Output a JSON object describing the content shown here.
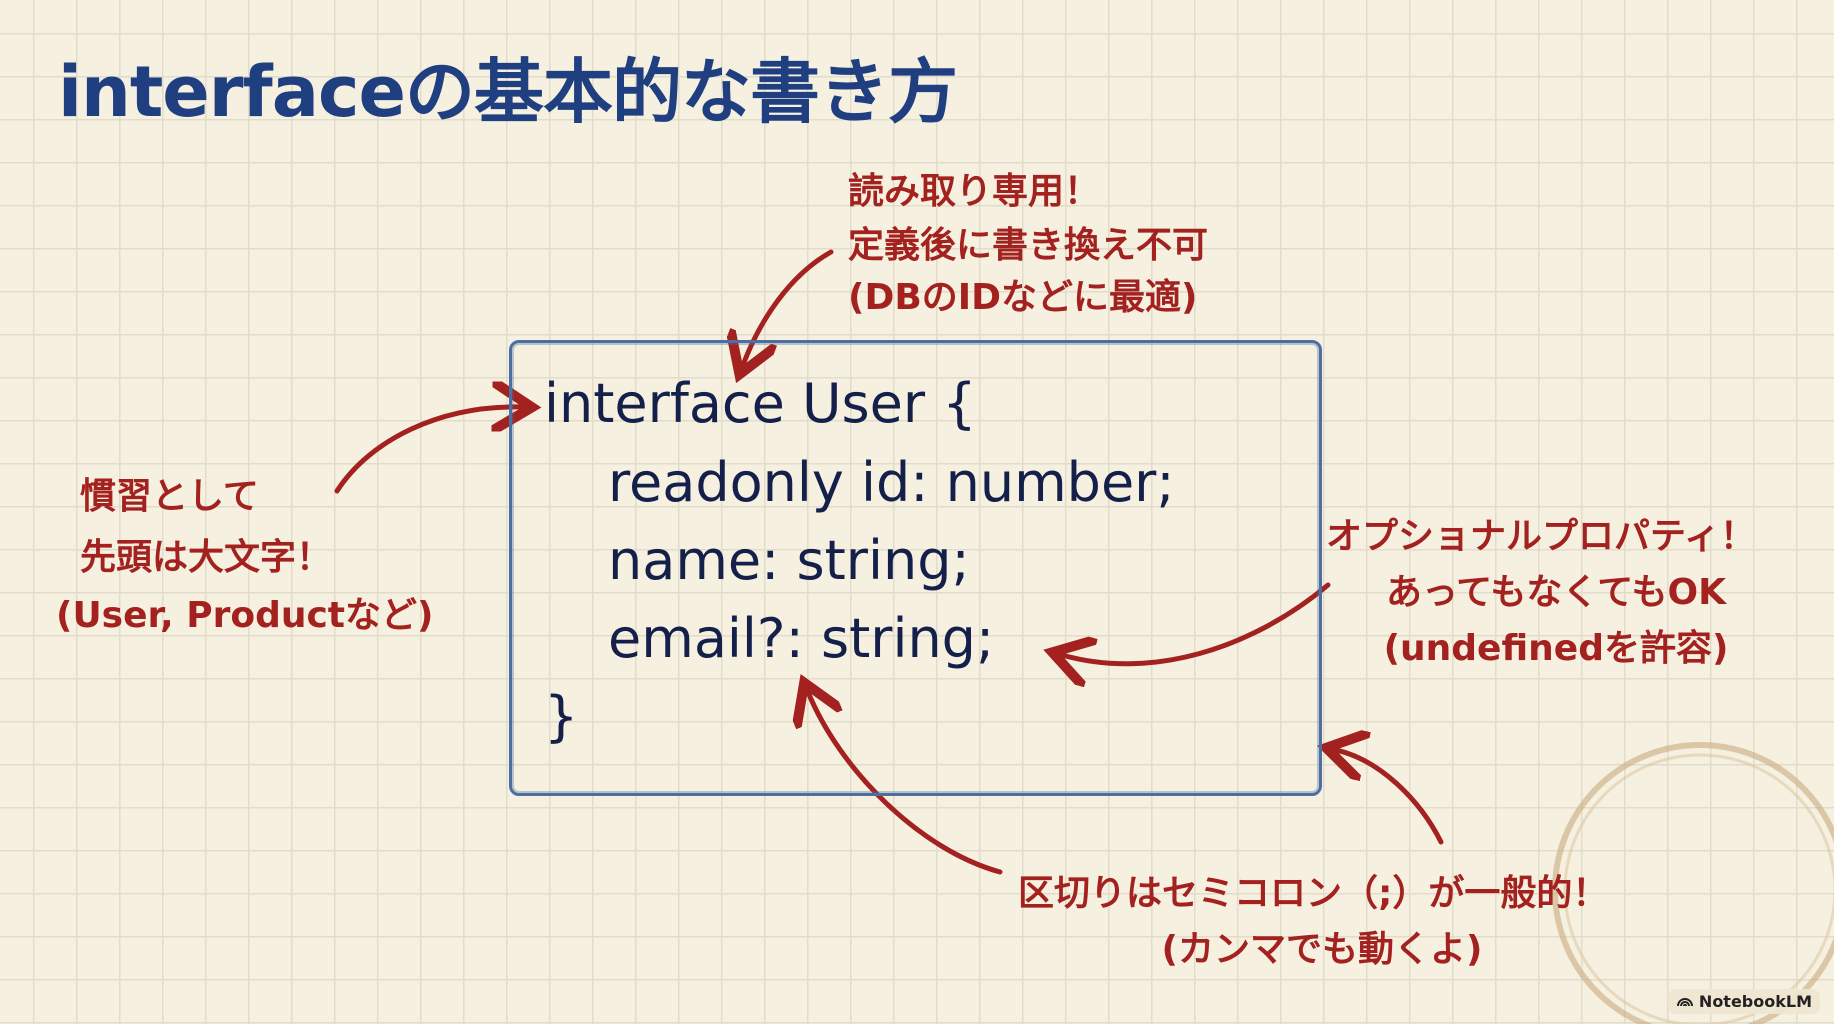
{
  "title": "interfaceの基本的な書き方",
  "code": {
    "lines": [
      "interface User {",
      "readonly id: number;",
      "name: string;",
      "email?: string;",
      "}"
    ]
  },
  "annotations": {
    "readonly": [
      "読み取り専用！",
      "定義後に書き換え不可",
      "(DBのIDなどに最適)"
    ],
    "naming": [
      "慣習として",
      "先頭は大文字！",
      "(User, Productなど)"
    ],
    "optional": [
      "オプショナルプロパティ！",
      "あってもなくてもOK",
      "(undefinedを許容)"
    ],
    "separator": [
      "区切りはセミコロン（;）が一般的！",
      "(カンマでも動くよ)"
    ]
  },
  "colors": {
    "title": "#1f3f80",
    "annotation": "#a3221f",
    "code": "#14204a",
    "box": "#4a6fa0"
  },
  "badge": {
    "label": "NotebookLM"
  }
}
